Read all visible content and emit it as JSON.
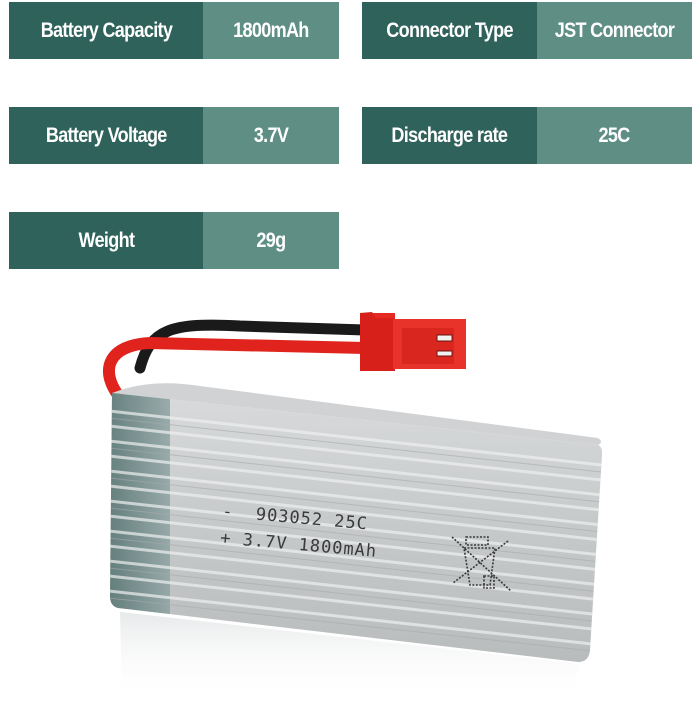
{
  "specs": [
    {
      "label": "Battery Capacity",
      "value": "1800mAh"
    },
    {
      "label": "Connector Type",
      "value": "JST Connector"
    },
    {
      "label": "Battery Voltage",
      "value": "3.7V"
    },
    {
      "label": "Discharge rate",
      "value": "25C"
    },
    {
      "label": "Weight",
      "value": "29g"
    }
  ],
  "product": {
    "name": "lipo-battery-with-jst-connector",
    "print_line1": "-  903052 25C",
    "print_line2": "+ 3.7V 1800mAh",
    "colors": {
      "label_bg": "#2f625a",
      "value_bg": "#5e8e84",
      "connector_red": "#e3201f",
      "wrap_silver": "#c9cccd"
    }
  }
}
